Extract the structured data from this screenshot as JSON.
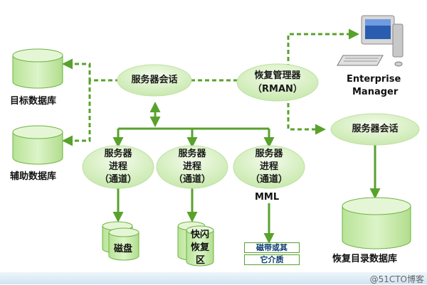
{
  "nodes": {
    "session_top": "服务器会话",
    "rman_line1": "恢复管理器",
    "rman_line2": "（RMAN）",
    "session_right": "服务器会话",
    "channel_1_lines": [
      "服务器",
      "进程",
      "（通道）"
    ],
    "channel_2_lines": [
      "服务器",
      "进程",
      "（通道）"
    ],
    "channel_3_lines": [
      "服务器",
      "进程",
      "（通道）"
    ],
    "mml": "MML",
    "target_db": "目标数据库",
    "aux_db": "辅助数据库",
    "disk": "磁盘",
    "flash_lines": [
      "快闪",
      "恢复",
      "区"
    ],
    "tape_line1": "磁带或其",
    "tape_line2": "它介质",
    "catalog_db": "恢复目录数据库",
    "em_line1": "Enterprise",
    "em_line2": "Manager"
  },
  "watermark": "@51CTO博客",
  "colors": {
    "arrow": "#58a22c",
    "ellipse_fill": "#d9f0c4",
    "cylinder_fill": "#c8ecaa",
    "cylinder_stroke": "#6db33f"
  }
}
